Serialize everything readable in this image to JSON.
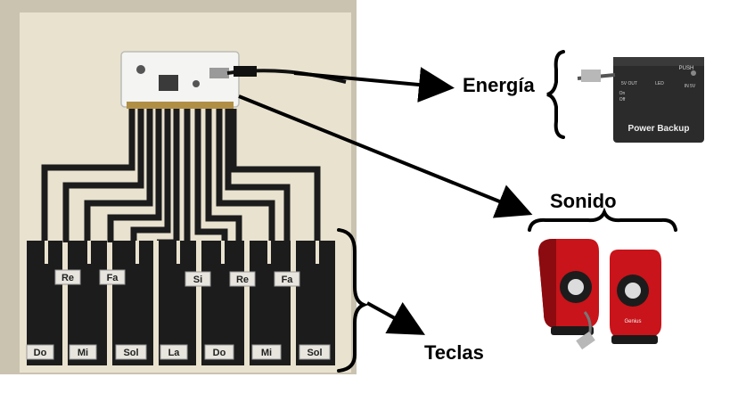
{
  "labels": {
    "energia": "Energía",
    "sonido": "Sonido",
    "teclas": "Teclas"
  },
  "keys": {
    "white": [
      "Do",
      "Mi",
      "Sol",
      "La",
      "Do",
      "Mi",
      "Sol"
    ],
    "black": [
      "Re",
      "Fa",
      "Si",
      "Re",
      "Fa"
    ]
  },
  "power_bank": {
    "title": "Power Backup",
    "push": "PUSH",
    "led": "LED",
    "in_label": "IN 5V",
    "out_label": "5V OUT",
    "on": "On",
    "off": "Off"
  },
  "speakers": {
    "brand": "Genius"
  },
  "colors": {
    "paper": "#e9e2cf",
    "board": "#f4f4f2",
    "ink": "#1c1c1c",
    "speaker_red": "#c8141a",
    "power_bank": "#2b2b2b"
  }
}
